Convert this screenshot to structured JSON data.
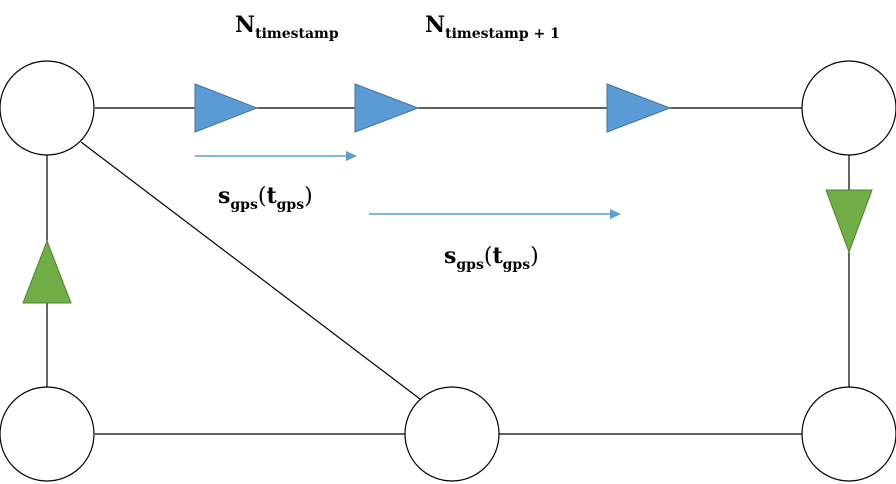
{
  "labels": {
    "n_ts": {
      "main": "N",
      "sub": "timestamp"
    },
    "n_ts1": {
      "main": "N",
      "sub": "timestamp + 1"
    },
    "s_gps_1": {
      "s": "s",
      "s_sub": "gps",
      "open": "(",
      "t": "t",
      "t_sub": "gps",
      "close": ")"
    },
    "s_gps_2": {
      "s": "s",
      "s_sub": "gps",
      "open": "(",
      "t": "t",
      "t_sub": "gps",
      "close": ")"
    }
  },
  "colors": {
    "node_stroke": "#000000",
    "edge": "#000000",
    "triangle_blue": "#5b9bd5",
    "triangle_blue_stroke": "#41719c",
    "triangle_green": "#70ad47",
    "triangle_green_stroke": "#507e32",
    "gps_arrow": "#5b9bd5"
  }
}
